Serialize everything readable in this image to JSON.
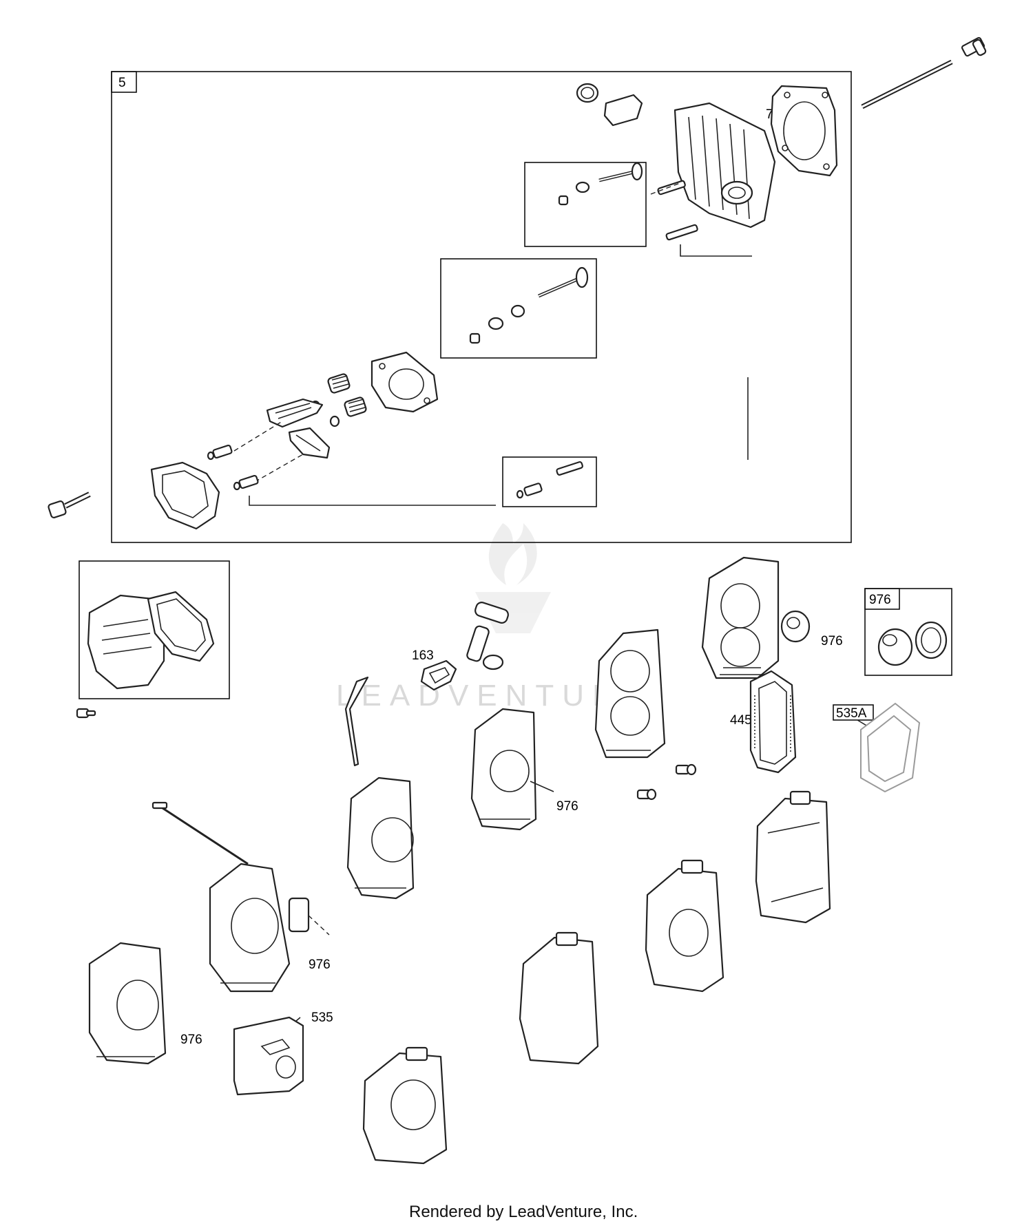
{
  "diagram": {
    "callouts": {
      "box_5": "5",
      "gasket_7": "7",
      "bracket_163": "163",
      "kit_976_header": "976",
      "filter_445": "445",
      "filter_535A": "535A",
      "cover_976_a": "976",
      "cover_976_b": "976",
      "cover_976_c": "976",
      "cover_976_d": "976",
      "foam_535": "535"
    },
    "watermark": "LEADVENTURE",
    "footer": "Rendered by LeadVenture, Inc."
  }
}
